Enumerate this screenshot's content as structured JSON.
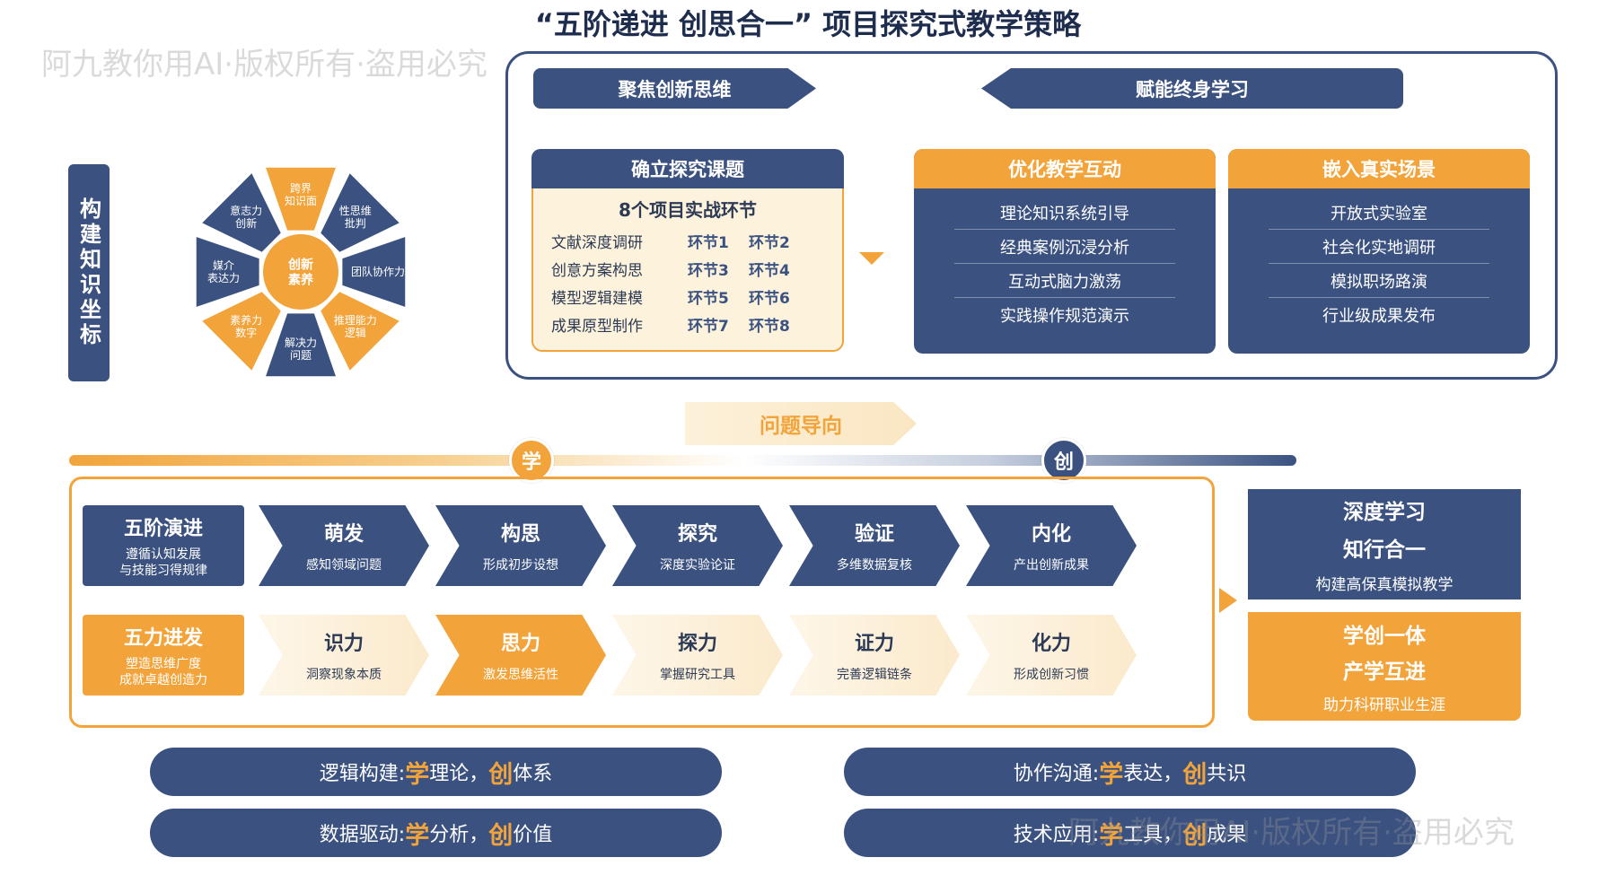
{
  "title": "“五阶递进 创思合一” 项目探究式教学策略",
  "watermark": "阿九教你用AI·版权所有·盗用必究",
  "side_label": "构建知识坐标",
  "wheel": {
    "center": "创新\n素养",
    "petals": [
      "跨界\n知识面",
      "性思维\n批判",
      "团队协作力",
      "推理能力\n逻辑",
      "解决力\n问题",
      "素养力\n数字",
      "媒介\n表达力",
      "意志力\n创新"
    ]
  },
  "top_banners": {
    "left": "聚焦创新思维",
    "right": "赋能终身学习"
  },
  "topic_card": {
    "header": "确立探究课题",
    "subtitle": "8个项目实战环节",
    "rows": [
      {
        "task": "文献深度调研",
        "a": "环节1",
        "b": "环节2"
      },
      {
        "task": "创意方案构思",
        "a": "环节3",
        "b": "环节4"
      },
      {
        "task": "模型逻辑建模",
        "a": "环节5",
        "b": "环节6"
      },
      {
        "task": "成果原型制作",
        "a": "环节7",
        "b": "环节8"
      }
    ]
  },
  "interaction_card": {
    "header": "优化教学互动",
    "items": [
      "理论知识系统引导",
      "经典案例沉浸分析",
      "互动式脑力激荡",
      "实践操作规范演示"
    ]
  },
  "scene_card": {
    "header": "嵌入真实场景",
    "items": [
      "开放式实验室",
      "社会化实地调研",
      "模拟职场路演",
      "行业级成果发布"
    ]
  },
  "problem_oriented": "问题导向",
  "badges": {
    "learn": "学",
    "create": "创"
  },
  "row1_label": {
    "title": "五阶演进",
    "sub": "遵循认知发展\n与技能习得规律"
  },
  "row1": [
    {
      "title": "萌发",
      "sub": "感知领域问题"
    },
    {
      "title": "构思",
      "sub": "形成初步设想"
    },
    {
      "title": "探究",
      "sub": "深度实验论证"
    },
    {
      "title": "验证",
      "sub": "多维数据复核"
    },
    {
      "title": "内化",
      "sub": "产出创新成果"
    }
  ],
  "row2_label": {
    "title": "五力进发",
    "sub": "塑造思维广度\n成就卓越创造力"
  },
  "row2": [
    {
      "title": "识力",
      "sub": "洞察现象本质"
    },
    {
      "title": "思力",
      "sub": "激发思维活性"
    },
    {
      "title": "探力",
      "sub": "掌握研究工具"
    },
    {
      "title": "证力",
      "sub": "完善逻辑链条"
    },
    {
      "title": "化力",
      "sub": "形成创新习惯"
    }
  ],
  "outcome_navy": {
    "line1": "深度学习",
    "line2": "知行合一",
    "sub": "构建高保真模拟教学"
  },
  "outcome_orange": {
    "line1": "学创一体",
    "line2": "产学互进",
    "sub": "助力科研职业生涯"
  },
  "pills": [
    {
      "prefix": "逻辑构建: ",
      "learn": "学",
      "mid": "理论，",
      "create": "创",
      "suffix": "体系"
    },
    {
      "prefix": "协作沟通: ",
      "learn": "学",
      "mid": "表达，",
      "create": "创",
      "suffix": "共识"
    },
    {
      "prefix": "数据驱动: ",
      "learn": "学",
      "mid": "分析，",
      "create": "创",
      "suffix": "价值"
    },
    {
      "prefix": "技术应用: ",
      "learn": "学",
      "mid": "工具，",
      "create": "创",
      "suffix": "成果"
    }
  ],
  "colors": {
    "navy": "#3b5281",
    "orange": "#f2a43b",
    "cream": "#fdf3dc"
  }
}
